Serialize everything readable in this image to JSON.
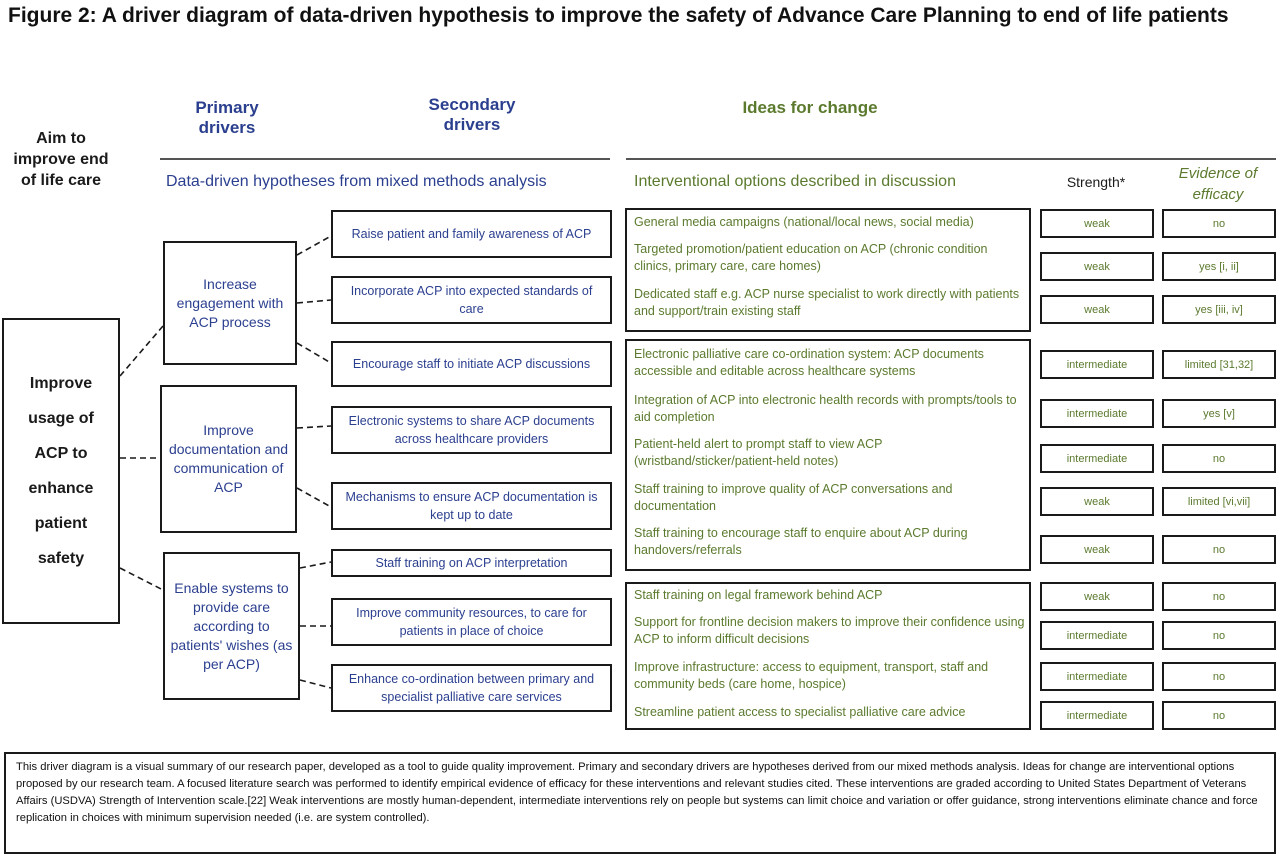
{
  "title": "Figure 2: A driver diagram of data-driven hypothesis to improve the safety of Advance Care Planning to end of life patients",
  "headers": {
    "aim": "Aim to improve end of life care",
    "primary": "Primary drivers",
    "secondary": "Secondary drivers",
    "ideas": "Ideas for change",
    "data_driven": "Data-driven hypotheses from mixed methods analysis",
    "interventional": "Interventional options described in discussion",
    "strength": "Strength*",
    "evidence": "Evidence of efficacy"
  },
  "aim": "Improve usage of ACP to enhance patient safety",
  "primary_drivers": [
    "Increase engagement with ACP process",
    "Improve documentation and communication of ACP",
    "Enable systems to provide care according to patients' wishes (as per ACP)"
  ],
  "secondary_drivers": [
    "Raise patient and family awareness of ACP",
    "Incorporate ACP into expected standards of care",
    "Encourage staff to initiate ACP discussions",
    "Electronic systems to share ACP documents across healthcare providers",
    "Mechanisms to ensure ACP documentation is kept up to date",
    "Staff training on ACP interpretation",
    "Improve community resources, to care for patients in place of choice",
    "Enhance co-ordination between primary and specialist palliative care services"
  ],
  "ideas": [
    {
      "text": "General media campaigns (national/local news, social media)",
      "strength": "weak",
      "evidence": "no"
    },
    {
      "text": "Targeted promotion/patient education on ACP (chronic condition clinics, primary care, care homes)",
      "strength": "weak",
      "evidence": "yes [i, ii]"
    },
    {
      "text": "Dedicated staff e.g. ACP nurse specialist to work directly with patients and support/train existing staff",
      "strength": "weak",
      "evidence": "yes [iii, iv]"
    },
    {
      "text": "Electronic palliative care co-ordination system: ACP documents accessible and editable across healthcare systems",
      "strength": "intermediate",
      "evidence": "limited [31,32]"
    },
    {
      "text": "Integration of ACP into electronic health records with prompts/tools to aid completion",
      "strength": "intermediate",
      "evidence": "yes [v]"
    },
    {
      "text": "Patient-held alert to prompt staff to view ACP (wristband/sticker/patient-held notes)",
      "strength": "intermediate",
      "evidence": "no"
    },
    {
      "text": "Staff training to improve quality of ACP conversations and documentation",
      "strength": "weak",
      "evidence": "limited [vi,vii]"
    },
    {
      "text": "Staff training to encourage staff to enquire about ACP during handovers/referrals",
      "strength": "weak",
      "evidence": "no"
    },
    {
      "text": "Staff training on legal framework behind ACP",
      "strength": "weak",
      "evidence": "no"
    },
    {
      "text": "Support for frontline decision makers to improve their confidence using ACP to inform difficult decisions",
      "strength": "intermediate",
      "evidence": "no"
    },
    {
      "text": "Improve infrastructure: access to equipment, transport, staff and community beds (care home, hospice)",
      "strength": "intermediate",
      "evidence": "no"
    },
    {
      "text": "Streamline patient access to specialist palliative care advice",
      "strength": "intermediate",
      "evidence": "no"
    }
  ],
  "caption": "This driver diagram is a visual summary of our research paper, developed as a tool to guide quality improvement. Primary and secondary drivers are hypotheses derived from our mixed methods analysis. Ideas for change are interventional options proposed by our research team. A focused literature search was performed to identify empirical evidence of efficacy for these interventions and relevant studies cited. These interventions are graded according to United States Department of Veterans Affairs (USDVA) Strength of Intervention scale.[22] Weak interventions are mostly human-dependent, intermediate interventions rely on people but systems can limit choice and variation or offer guidance, strong interventions eliminate chance and force replication in choices with minimum supervision needed (i.e. are system controlled)."
}
